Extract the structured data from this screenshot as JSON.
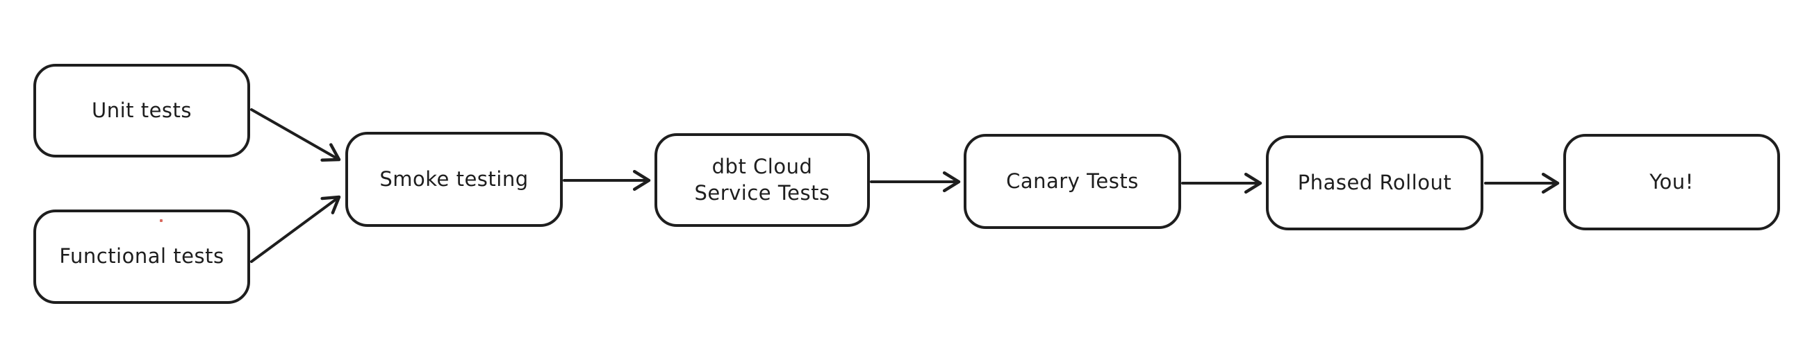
{
  "diagram": {
    "type": "flowchart",
    "background_color": "#ffffff",
    "stroke_color": "#1e1e1e",
    "node_fill_color": "#ffffff",
    "nodes": [
      {
        "id": "unit-tests",
        "label": "Unit tests"
      },
      {
        "id": "functional-tests",
        "label": "Functional tests"
      },
      {
        "id": "smoke-testing",
        "label": "Smoke testing"
      },
      {
        "id": "dbt-cloud-service-tests",
        "label": "dbt Cloud\nService Tests"
      },
      {
        "id": "canary-tests",
        "label": "Canary Tests"
      },
      {
        "id": "phased-rollout",
        "label": "Phased Rollout"
      },
      {
        "id": "you",
        "label": "You!"
      }
    ],
    "edges": [
      {
        "from": "unit-tests",
        "to": "smoke-testing"
      },
      {
        "from": "functional-tests",
        "to": "smoke-testing"
      },
      {
        "from": "smoke-testing",
        "to": "dbt-cloud-service-tests"
      },
      {
        "from": "dbt-cloud-service-tests",
        "to": "canary-tests"
      },
      {
        "from": "canary-tests",
        "to": "phased-rollout"
      },
      {
        "from": "phased-rollout",
        "to": "you"
      }
    ]
  }
}
